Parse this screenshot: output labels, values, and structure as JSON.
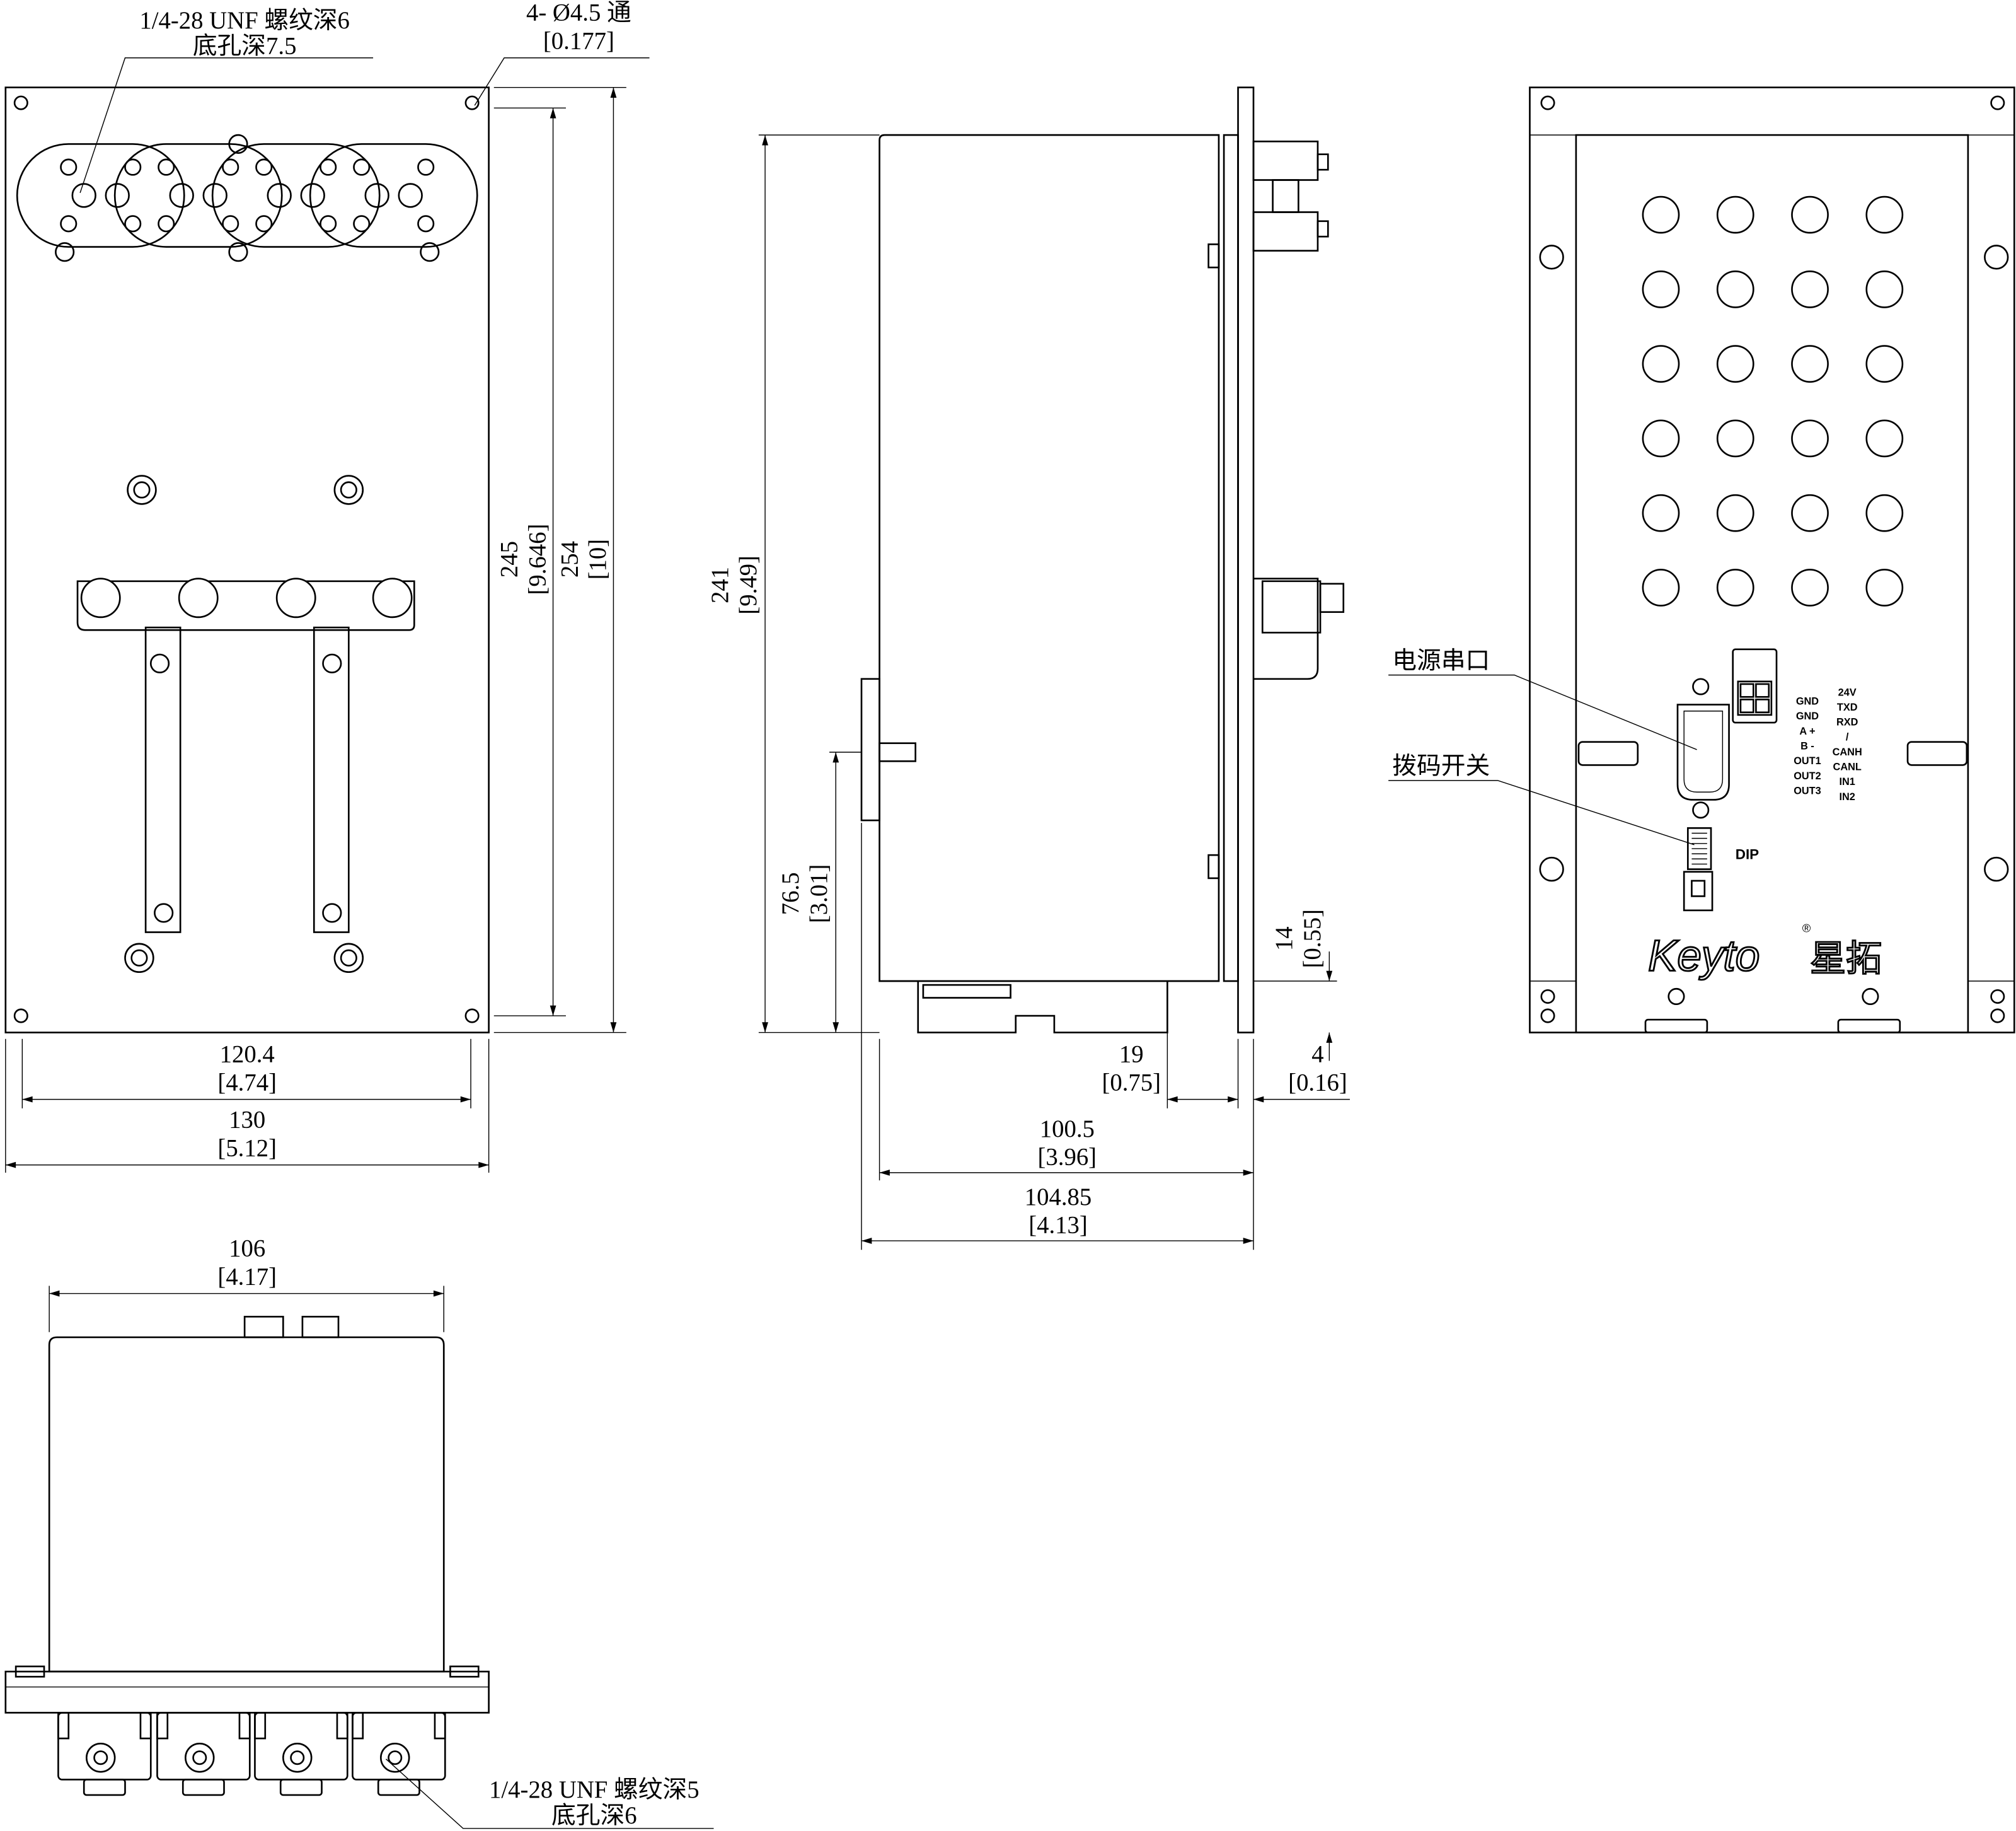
{
  "annotations": {
    "thread_top_line1": "1/4-28 UNF 螺纹深6",
    "thread_top_line2": "底孔深7.5",
    "hole_line1": "4- Ø4.5 通",
    "hole_line2": "[0.177]",
    "thread_bottom_line1": "1/4-28 UNF 螺纹深5",
    "thread_bottom_line2": "底孔深6",
    "power_serial": "电源串口",
    "dip_switch": "拨码开关",
    "dip_label": "DIP"
  },
  "brand": {
    "name": "Keyto",
    "registered": "®",
    "chinese": "星拓"
  },
  "pins": {
    "left": [
      "GND",
      "GND",
      "A +",
      "B -",
      "OUT1",
      "OUT2",
      "OUT3"
    ],
    "right": [
      "24V",
      "TXD",
      "RXD",
      "/",
      "CANH",
      "CANL",
      "IN1",
      "IN2"
    ]
  },
  "dimensions": {
    "front_height_inner": {
      "mm": "245",
      "in": "[9.646]"
    },
    "front_height_outer": {
      "mm": "254",
      "in": "[10]"
    },
    "front_width_inner": {
      "mm": "120.4",
      "in": "[4.74]"
    },
    "front_width_outer": {
      "mm": "130",
      "in": "[5.12]"
    },
    "side_height": {
      "mm": "241",
      "in": "[9.49]"
    },
    "side_connector_height": {
      "mm": "76.5",
      "in": "[3.01]"
    },
    "side_foot_height": {
      "mm": "14",
      "in": "[0.55]"
    },
    "side_foot_depth": {
      "mm": "19",
      "in": "[0.75]"
    },
    "side_plate": {
      "mm": "4",
      "in": "[0.16]"
    },
    "side_depth": {
      "mm": "100.5",
      "in": "[3.96]"
    },
    "side_depth_total": {
      "mm": "104.85",
      "in": "[4.13]"
    },
    "bottom_width": {
      "mm": "106",
      "in": "[4.17]"
    }
  }
}
